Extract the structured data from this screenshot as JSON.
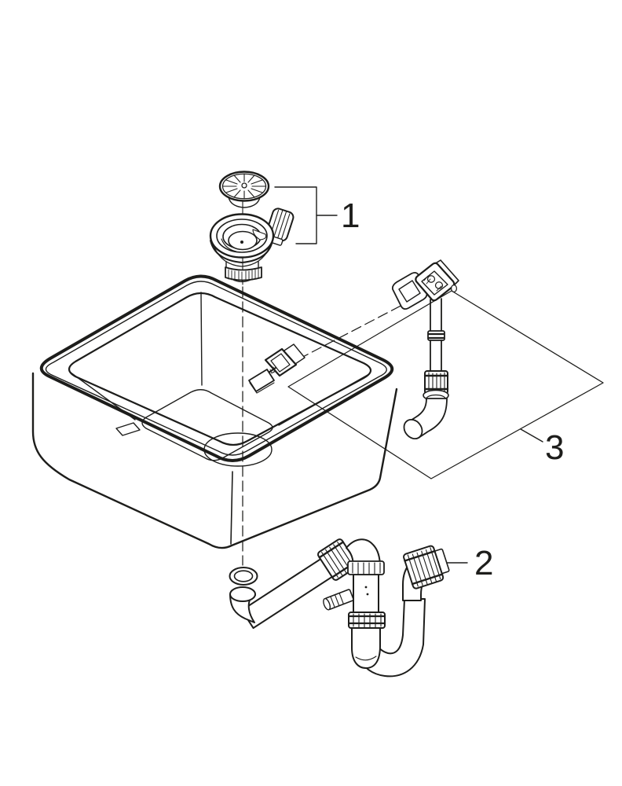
{
  "style": {
    "background": "#ffffff",
    "ink": "#1d1d1b"
  },
  "callouts": {
    "part1": {
      "label": "1"
    },
    "part2": {
      "label": "2"
    },
    "part3": {
      "label": "3"
    }
  }
}
